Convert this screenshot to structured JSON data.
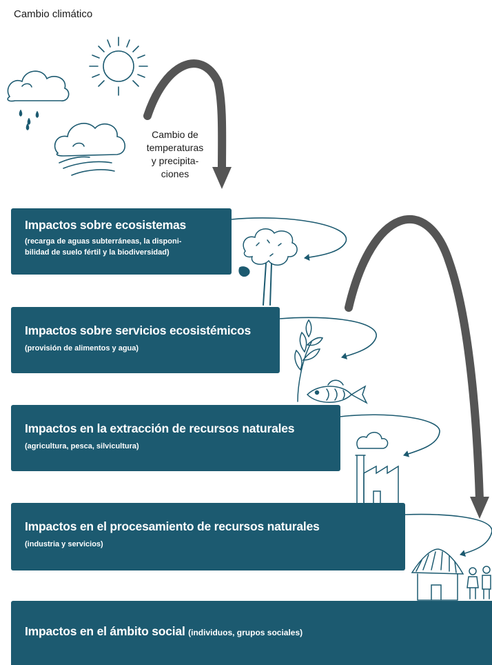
{
  "title": "Cambio climático",
  "cause_label": [
    "Cambio de",
    "temperaturas",
    "y precipita-",
    "ciones"
  ],
  "boxes": [
    {
      "heading": "Impactos sobre ecosistemas",
      "detail_lines": [
        "(recarga de aguas subterráneas, la disponi-",
        "bilidad de suelo fértil y la biodiversidad)"
      ]
    },
    {
      "heading": "Impactos sobre servicios ecosistémicos",
      "detail_lines": [
        "(provisión de alimentos y agua)"
      ]
    },
    {
      "heading": "Impactos en la extracción de recursos naturales",
      "detail_lines": [
        "(agricultura, pesca, silvicultura)"
      ]
    },
    {
      "heading": "Impactos en el procesamiento de recursos naturales",
      "detail_lines": [
        "(industria y servicios)"
      ]
    },
    {
      "heading": "Impactos en el ámbito social",
      "detail_lines": [
        "(individuos, grupos sociales)"
      ]
    }
  ],
  "colors": {
    "box_fill": "#1c5a70",
    "arrow": "#555555",
    "sketch": "#1c5a70"
  },
  "illustrations": [
    "cloud-rain-icon",
    "sun-icon",
    "cloud-wind-icon",
    "tree-icon",
    "wheat-icon",
    "fish-icon",
    "factory-icon",
    "hut-icon",
    "people-icon"
  ]
}
